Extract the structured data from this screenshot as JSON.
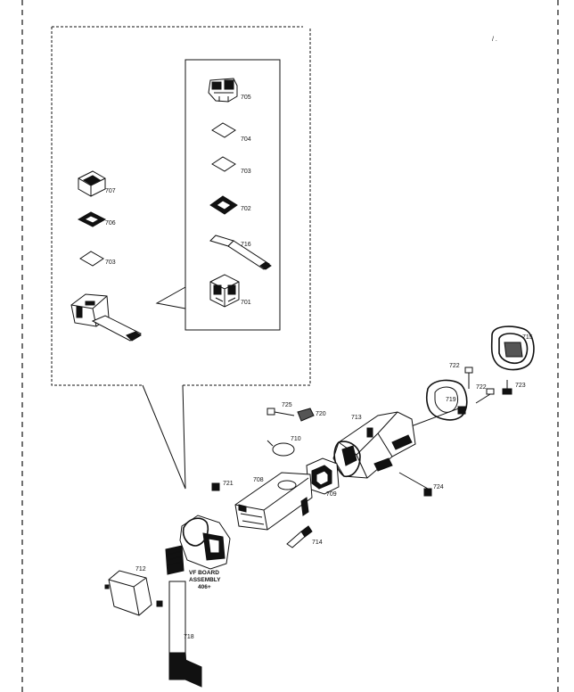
{
  "corner_mark": "/ .",
  "labels": {
    "p705": "705",
    "p704": "704",
    "p703": "703",
    "p702": "702",
    "p716": "716",
    "p701": "701",
    "p707": "707",
    "p706": "706",
    "p703b": "703",
    "p715": "715",
    "p722a": "722",
    "p722b": "722",
    "p723": "723",
    "p719": "719",
    "p725": "725",
    "p720": "720",
    "p713": "713",
    "p710": "710",
    "p724": "724",
    "p721": "721",
    "p708": "708",
    "p709": "709",
    "p714": "714",
    "p712": "712",
    "p718": "718",
    "vf_line1": "VF BOARD",
    "vf_line2": "ASSEMBLY",
    "vf_line3": "406+"
  }
}
